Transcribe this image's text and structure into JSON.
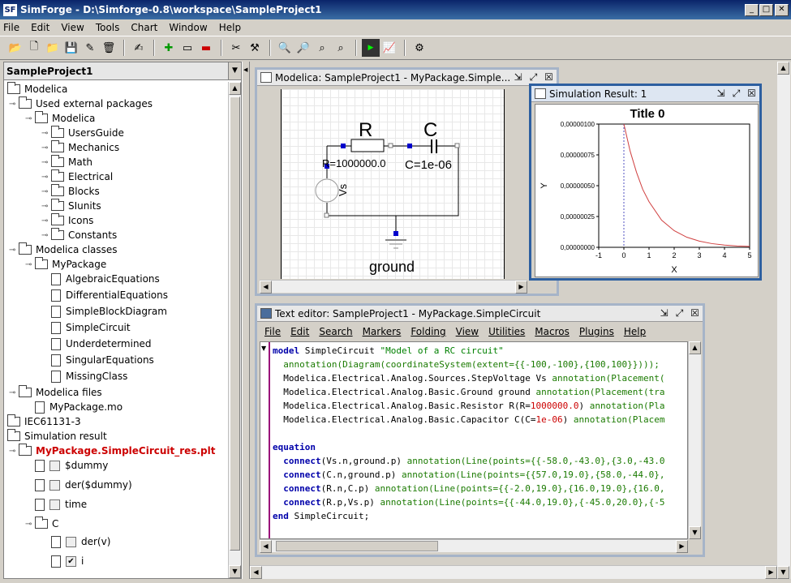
{
  "app": {
    "title": "SimForge - D:\\Simforge-0.8\\workspace\\SampleProject1",
    "icon_text": "SF"
  },
  "menu": [
    "File",
    "Edit",
    "View",
    "Tools",
    "Chart",
    "Window",
    "Help"
  ],
  "project_selector": {
    "value": "SampleProject1"
  },
  "tree": {
    "root": "Modelica",
    "used_external": "Used external packages",
    "modelica": "Modelica",
    "modelica_children": [
      "UsersGuide",
      "Mechanics",
      "Math",
      "Electrical",
      "Blocks",
      "SIunits",
      "Icons",
      "Constants"
    ],
    "classes": "Modelica classes",
    "mypackage": "MyPackage",
    "mypackage_children": [
      "AlgebraicEquations",
      "DifferentialEquations",
      "SimpleBlockDiagram",
      "SimpleCircuit",
      "Underdetermined",
      "SingularEquations",
      "MissingClass"
    ],
    "files": "Modelica files",
    "file_item": "MyPackage.mo",
    "iec": "IEC61131-3",
    "sim_result": "Simulation result",
    "result_file": "MyPackage.SimpleCircuit_res.plt",
    "vars": [
      "$dummy",
      "der($dummy)",
      "time"
    ],
    "c_node": "C",
    "c_vars": [
      "der(v)",
      "i"
    ],
    "c_checked": [
      false,
      true
    ]
  },
  "model_window": {
    "title": "Modelica: SampleProject1 - MyPackage.Simple...",
    "labels": {
      "R": "R",
      "C": "C",
      "r_value": "R=1000000.0",
      "c_value": "C=1e-06",
      "vs": "Vs",
      "ground": "ground"
    }
  },
  "sim_window": {
    "title": "Simulation Result: 1"
  },
  "chart_data": {
    "type": "line",
    "title": "Title 0",
    "xlabel": "X",
    "ylabel": "Y",
    "xlim": [
      -1,
      5
    ],
    "ylim": [
      0,
      1e-06
    ],
    "x_ticks": [
      "-1",
      "0",
      "1",
      "2",
      "3",
      "4",
      "5"
    ],
    "y_ticks": [
      "0,00000000",
      "0,00000025",
      "0,00000050",
      "0,00000075",
      "0,00000100"
    ],
    "series": [
      {
        "x": [
          0,
          0.25,
          0.5,
          0.75,
          1,
          1.5,
          2,
          2.5,
          3,
          3.5,
          4,
          4.5,
          5
        ],
        "values": [
          1e-06,
          7.8e-07,
          6.1e-07,
          4.7e-07,
          3.7e-07,
          2.2e-07,
          1.35e-07,
          8.2e-08,
          5e-08,
          3e-08,
          1.8e-08,
          1.1e-08,
          7e-09
        ],
        "color": "#d04040"
      }
    ],
    "vline_x": 0
  },
  "editor": {
    "title": "Text editor: SampleProject1 - MyPackage.SimpleCircuit",
    "menu": [
      "File",
      "Edit",
      "Search",
      "Markers",
      "Folding",
      "View",
      "Utilities",
      "Macros",
      "Plugins",
      "Help"
    ],
    "lines": [
      [
        {
          "t": "model",
          "c": "kw"
        },
        {
          "t": " SimpleCircuit ",
          "c": ""
        },
        {
          "t": "\"Model of a RC circuit\"",
          "c": "st"
        }
      ],
      [
        {
          "t": "  annotation(Diagram(coordinateSystem(extent={{-100,-100},{100,100}})));",
          "c": "an"
        }
      ],
      [
        {
          "t": "  Modelica.Electrical.Analog.Sources.StepVoltage Vs ",
          "c": ""
        },
        {
          "t": "annotation(Placement(",
          "c": "an"
        }
      ],
      [
        {
          "t": "  Modelica.Electrical.Analog.Basic.Ground ground ",
          "c": ""
        },
        {
          "t": "annotation(Placement(tra",
          "c": "an"
        }
      ],
      [
        {
          "t": "  Modelica.Electrical.Analog.Basic.Resistor R(R=",
          "c": ""
        },
        {
          "t": "1000000.0",
          "c": "nm"
        },
        {
          "t": ") ",
          "c": ""
        },
        {
          "t": "annotation(Pla",
          "c": "an"
        }
      ],
      [
        {
          "t": "  Modelica.Electrical.Analog.Basic.Capacitor C(C=",
          "c": ""
        },
        {
          "t": "1e-06",
          "c": "nm"
        },
        {
          "t": ") ",
          "c": ""
        },
        {
          "t": "annotation(Placem",
          "c": "an"
        }
      ],
      [
        {
          "t": "",
          "c": ""
        }
      ],
      [
        {
          "t": "equation",
          "c": "kw"
        }
      ],
      [
        {
          "t": "  connect",
          "c": "kw"
        },
        {
          "t": "(Vs.n,ground.p) ",
          "c": ""
        },
        {
          "t": "annotation(Line(points={{-58.0,-43.0},{3.0,-43.0",
          "c": "an"
        }
      ],
      [
        {
          "t": "  connect",
          "c": "kw"
        },
        {
          "t": "(C.n,ground.p) ",
          "c": ""
        },
        {
          "t": "annotation(Line(points={{57.0,19.0},{58.0,-44.0},",
          "c": "an"
        }
      ],
      [
        {
          "t": "  connect",
          "c": "kw"
        },
        {
          "t": "(R.n,C.p) ",
          "c": ""
        },
        {
          "t": "annotation(Line(points={{-2.0,19.0},{16.0,19.0},{16.0,",
          "c": "an"
        }
      ],
      [
        {
          "t": "  connect",
          "c": "kw"
        },
        {
          "t": "(R.p,Vs.p) ",
          "c": ""
        },
        {
          "t": "annotation(Line(points={{-44.0,19.0},{-45.0,20.0},{-5",
          "c": "an"
        }
      ],
      [
        {
          "t": "end",
          "c": "kw"
        },
        {
          "t": " SimpleCircuit;",
          "c": ""
        }
      ]
    ]
  }
}
